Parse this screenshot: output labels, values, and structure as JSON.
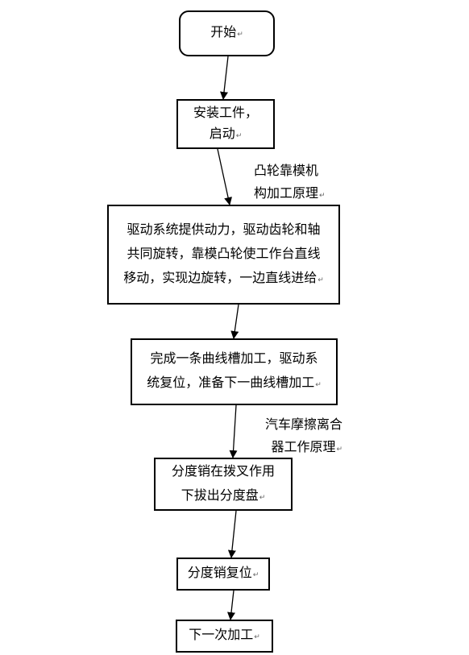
{
  "mark": "↵",
  "nodes": {
    "start": [
      "开始"
    ],
    "install": [
      "安装工件，",
      "启动"
    ],
    "drive": [
      "驱动系统提供动力，驱动齿轮和轴",
      "共同旋转，靠模凸轮使工作台直线",
      "移动，实现边旋转，一边直线进给"
    ],
    "complete": [
      "完成一条曲线槽加工，驱动系",
      "统复位，准备下一曲线槽加工"
    ],
    "index_pin": [
      "分度销在拨叉作用",
      "下拔出分度盘"
    ],
    "pin_reset": [
      "分度销复位"
    ],
    "next": [
      "下一次加工"
    ]
  },
  "edge_labels": {
    "cam": [
      "凸轮靠模机",
      "构加工原理"
    ],
    "clutch": [
      "汽车摩擦离合",
      "器工作原理"
    ]
  }
}
